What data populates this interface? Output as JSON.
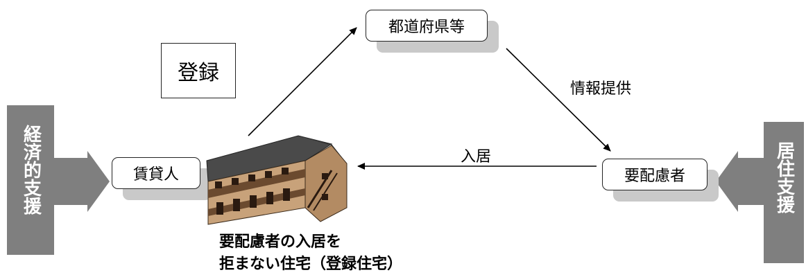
{
  "nodes": {
    "prefecture": "都道府県等",
    "landlord": "賃貸人",
    "needy_person": "要配慮者"
  },
  "register_label": "登録",
  "edge_labels": {
    "information": "情報提供",
    "move_in": "入居"
  },
  "side_labels": {
    "left": "経済的支援",
    "right": "居住支援"
  },
  "caption": {
    "line1": "要配慮者の入居を",
    "line2": "拒まない住宅（登録住宅）"
  },
  "icons": {
    "building": "apartment-building-icon",
    "left_arrow": "block-arrow-right-icon",
    "right_arrow": "block-arrow-left-icon"
  },
  "colors": {
    "side_panel": "#7f7f7f",
    "shadow": "#c9c9c9",
    "building_wall": "#c8a27a",
    "building_roof": "#4a4a4a"
  }
}
